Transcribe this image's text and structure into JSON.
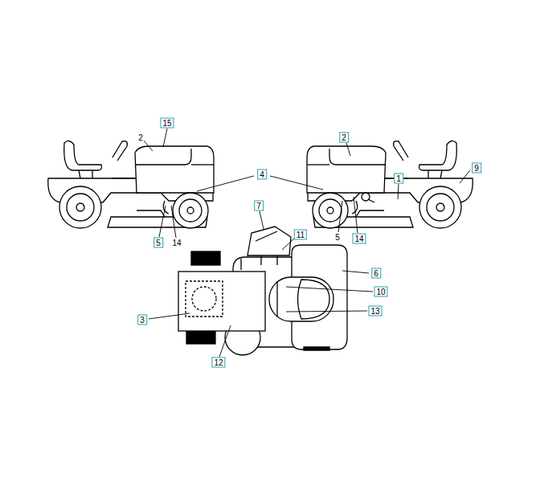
{
  "diagram": {
    "labels": [
      "15",
      "2",
      "2",
      "4",
      "1",
      "9",
      "5",
      "14",
      "5",
      "14",
      "7",
      "11",
      "6",
      "10",
      "13",
      "3",
      "12"
    ]
  }
}
